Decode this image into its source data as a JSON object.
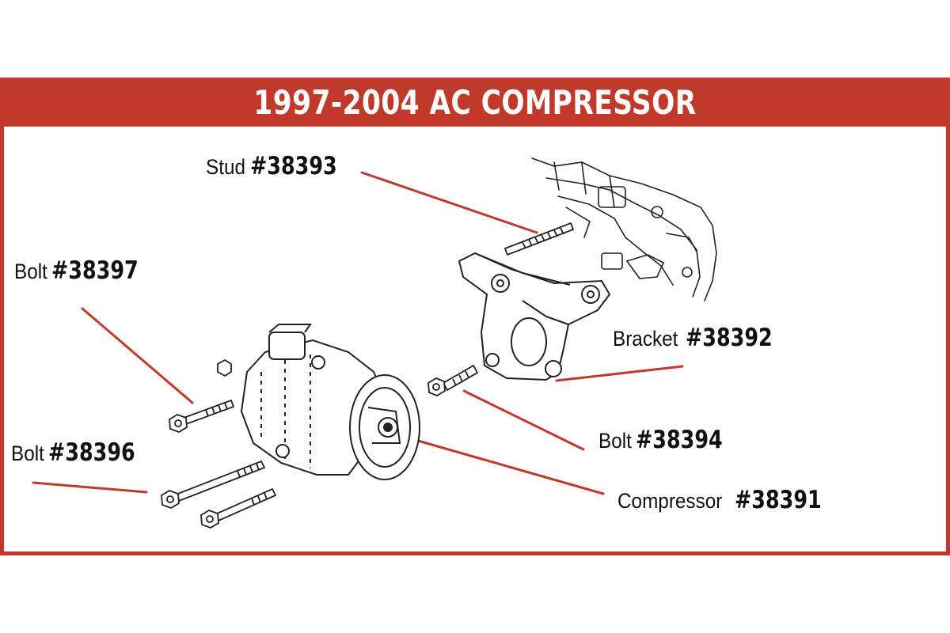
{
  "title": "1997-2004 AC COMPRESSOR",
  "accent_color": "#c0392b",
  "callouts": {
    "stud": {
      "name": "Stud",
      "number": "#38393"
    },
    "bolt_38397": {
      "name": "Bolt",
      "number": "#38397"
    },
    "bracket": {
      "name": "Bracket",
      "number": "#38392"
    },
    "bolt_38396": {
      "name": "Bolt",
      "number": "#38396"
    },
    "bolt_38394": {
      "name": "Bolt",
      "number": "#38394"
    },
    "compressor": {
      "name": "Compressor",
      "number": "#38391"
    }
  }
}
